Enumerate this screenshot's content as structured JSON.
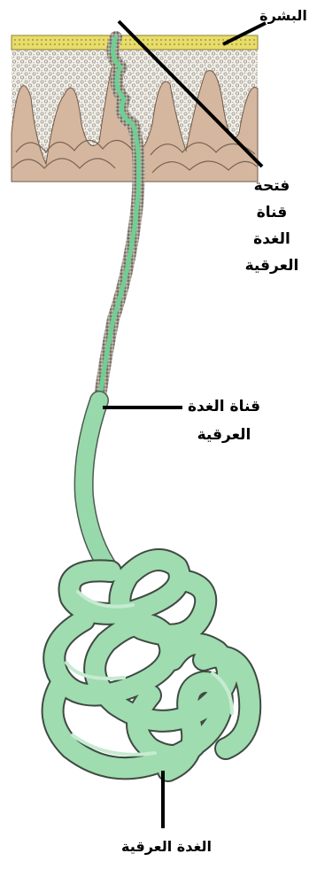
{
  "labels": {
    "epidermis": "البشرة",
    "duct_opening": [
      "فتحة",
      "قناة",
      "الغدة",
      "العرقية"
    ],
    "duct": [
      "قناة الغدة",
      "العرقية"
    ],
    "gland": "الغدة العرقية"
  },
  "colors": {
    "epidermis": "#e8dc6a",
    "dermis": "#d2b49c",
    "duct": "#8fd6a6",
    "gland": "#9fdcb0",
    "pointer_lines": "#000000"
  }
}
